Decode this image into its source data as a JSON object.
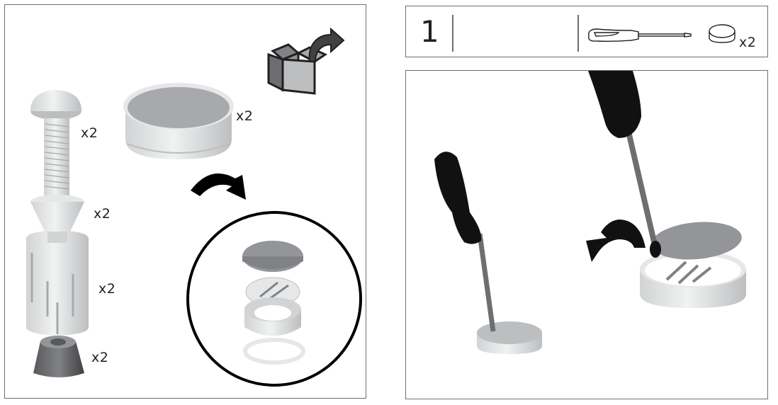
{
  "parts_panel": {
    "unbox_icon": "open-box-arrow-icon",
    "parts": [
      {
        "name": "pan-head-screw",
        "quantity": "x2"
      },
      {
        "name": "round-cap",
        "quantity": "x2"
      },
      {
        "name": "cone-washer",
        "quantity": "x2"
      },
      {
        "name": "slotted-expansion-sleeve",
        "quantity": "x2"
      },
      {
        "name": "rubber-foot",
        "quantity": "x2"
      }
    ],
    "flip_arrow_icon": "curved-arrow-down-icon",
    "exploded_detail": [
      "cap-lid",
      "cap-insert",
      "cap-ring",
      "gasket"
    ]
  },
  "step": {
    "number": "1",
    "tools": [
      {
        "name": "flat-screwdriver",
        "quantity": ""
      },
      {
        "name": "round-cap",
        "quantity": "x2"
      }
    ]
  },
  "step_illustration": {
    "description": "Insert screwdriver into cap slot and pry lid open",
    "arrow_icon": "curved-arrow-left-icon"
  },
  "colors": {
    "border": "#6d6e71",
    "text": "#231f20",
    "part_light": "#e6e7e8",
    "part_mid": "#bcbec0",
    "part_dark": "#808285",
    "handle": "#111111"
  }
}
